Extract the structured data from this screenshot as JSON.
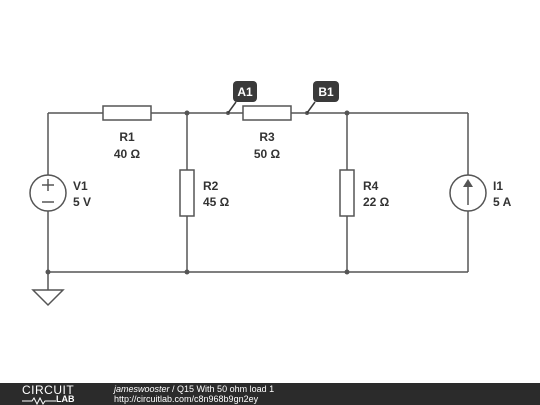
{
  "circuit": {
    "components": {
      "v1": {
        "name": "V1",
        "value": "5 V"
      },
      "r1": {
        "name": "R1",
        "value": "40 Ω"
      },
      "r2": {
        "name": "R2",
        "value": "45 Ω"
      },
      "r3": {
        "name": "R3",
        "value": "50 Ω"
      },
      "r4": {
        "name": "R4",
        "value": "22 Ω"
      },
      "i1": {
        "name": "I1",
        "value": "5 A"
      }
    },
    "probes": {
      "a1": "A1",
      "b1": "B1"
    }
  },
  "footer": {
    "logo_top": "CIRCUIT",
    "logo_bottom": "LAB",
    "author": "jameswooster",
    "separator": " / ",
    "title": "Q15 With 50 ohm load 1",
    "url": "http://circuitlab.com/c8n968b9gn2ey"
  },
  "colors": {
    "wire": "#555555",
    "footer_bg": "#2b2b2b",
    "probe_bg": "#3a3a3a"
  }
}
